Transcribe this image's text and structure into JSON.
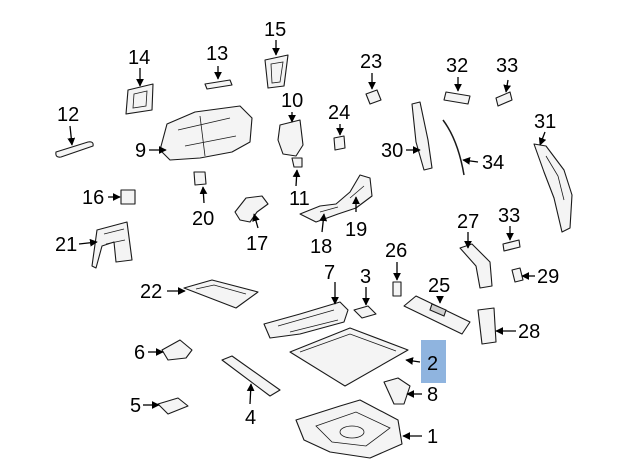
{
  "diagram": {
    "highlight_color": "#8fb4df",
    "highlighted_part": "2",
    "callouts": [
      "1",
      "2",
      "3",
      "4",
      "5",
      "6",
      "7",
      "8",
      "9",
      "10",
      "11",
      "12",
      "13",
      "14",
      "15",
      "16",
      "17",
      "18",
      "19",
      "20",
      "21",
      "22",
      "23",
      "24",
      "25",
      "26",
      "27",
      "28",
      "29",
      "30",
      "31",
      "32",
      "33",
      "33",
      "34"
    ]
  }
}
